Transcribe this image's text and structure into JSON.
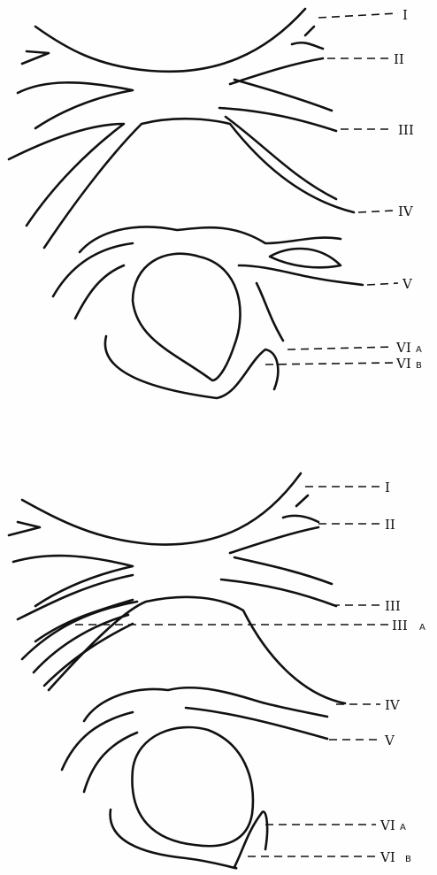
{
  "diagrams": [
    {
      "labels": {
        "I": {
          "main": "I",
          "suffix": ""
        },
        "II": {
          "main": "II",
          "suffix": ""
        },
        "III": {
          "main": "III",
          "suffix": ""
        },
        "IV": {
          "main": "IV",
          "suffix": ""
        },
        "V": {
          "main": "V",
          "suffix": ""
        },
        "VIA": {
          "main": "VI",
          "suffix": "A"
        },
        "VIB": {
          "main": "VI",
          "suffix": "B"
        }
      }
    },
    {
      "labels": {
        "I": {
          "main": "I",
          "suffix": ""
        },
        "II": {
          "main": "II",
          "suffix": ""
        },
        "III": {
          "main": "III",
          "suffix": ""
        },
        "IIIA": {
          "main": "III",
          "suffix": "A"
        },
        "IV": {
          "main": "IV",
          "suffix": ""
        },
        "V": {
          "main": "V",
          "suffix": ""
        },
        "VIA": {
          "main": "VI",
          "suffix": "A"
        },
        "VIB": {
          "main": "VI",
          "suffix": "B"
        }
      }
    }
  ]
}
